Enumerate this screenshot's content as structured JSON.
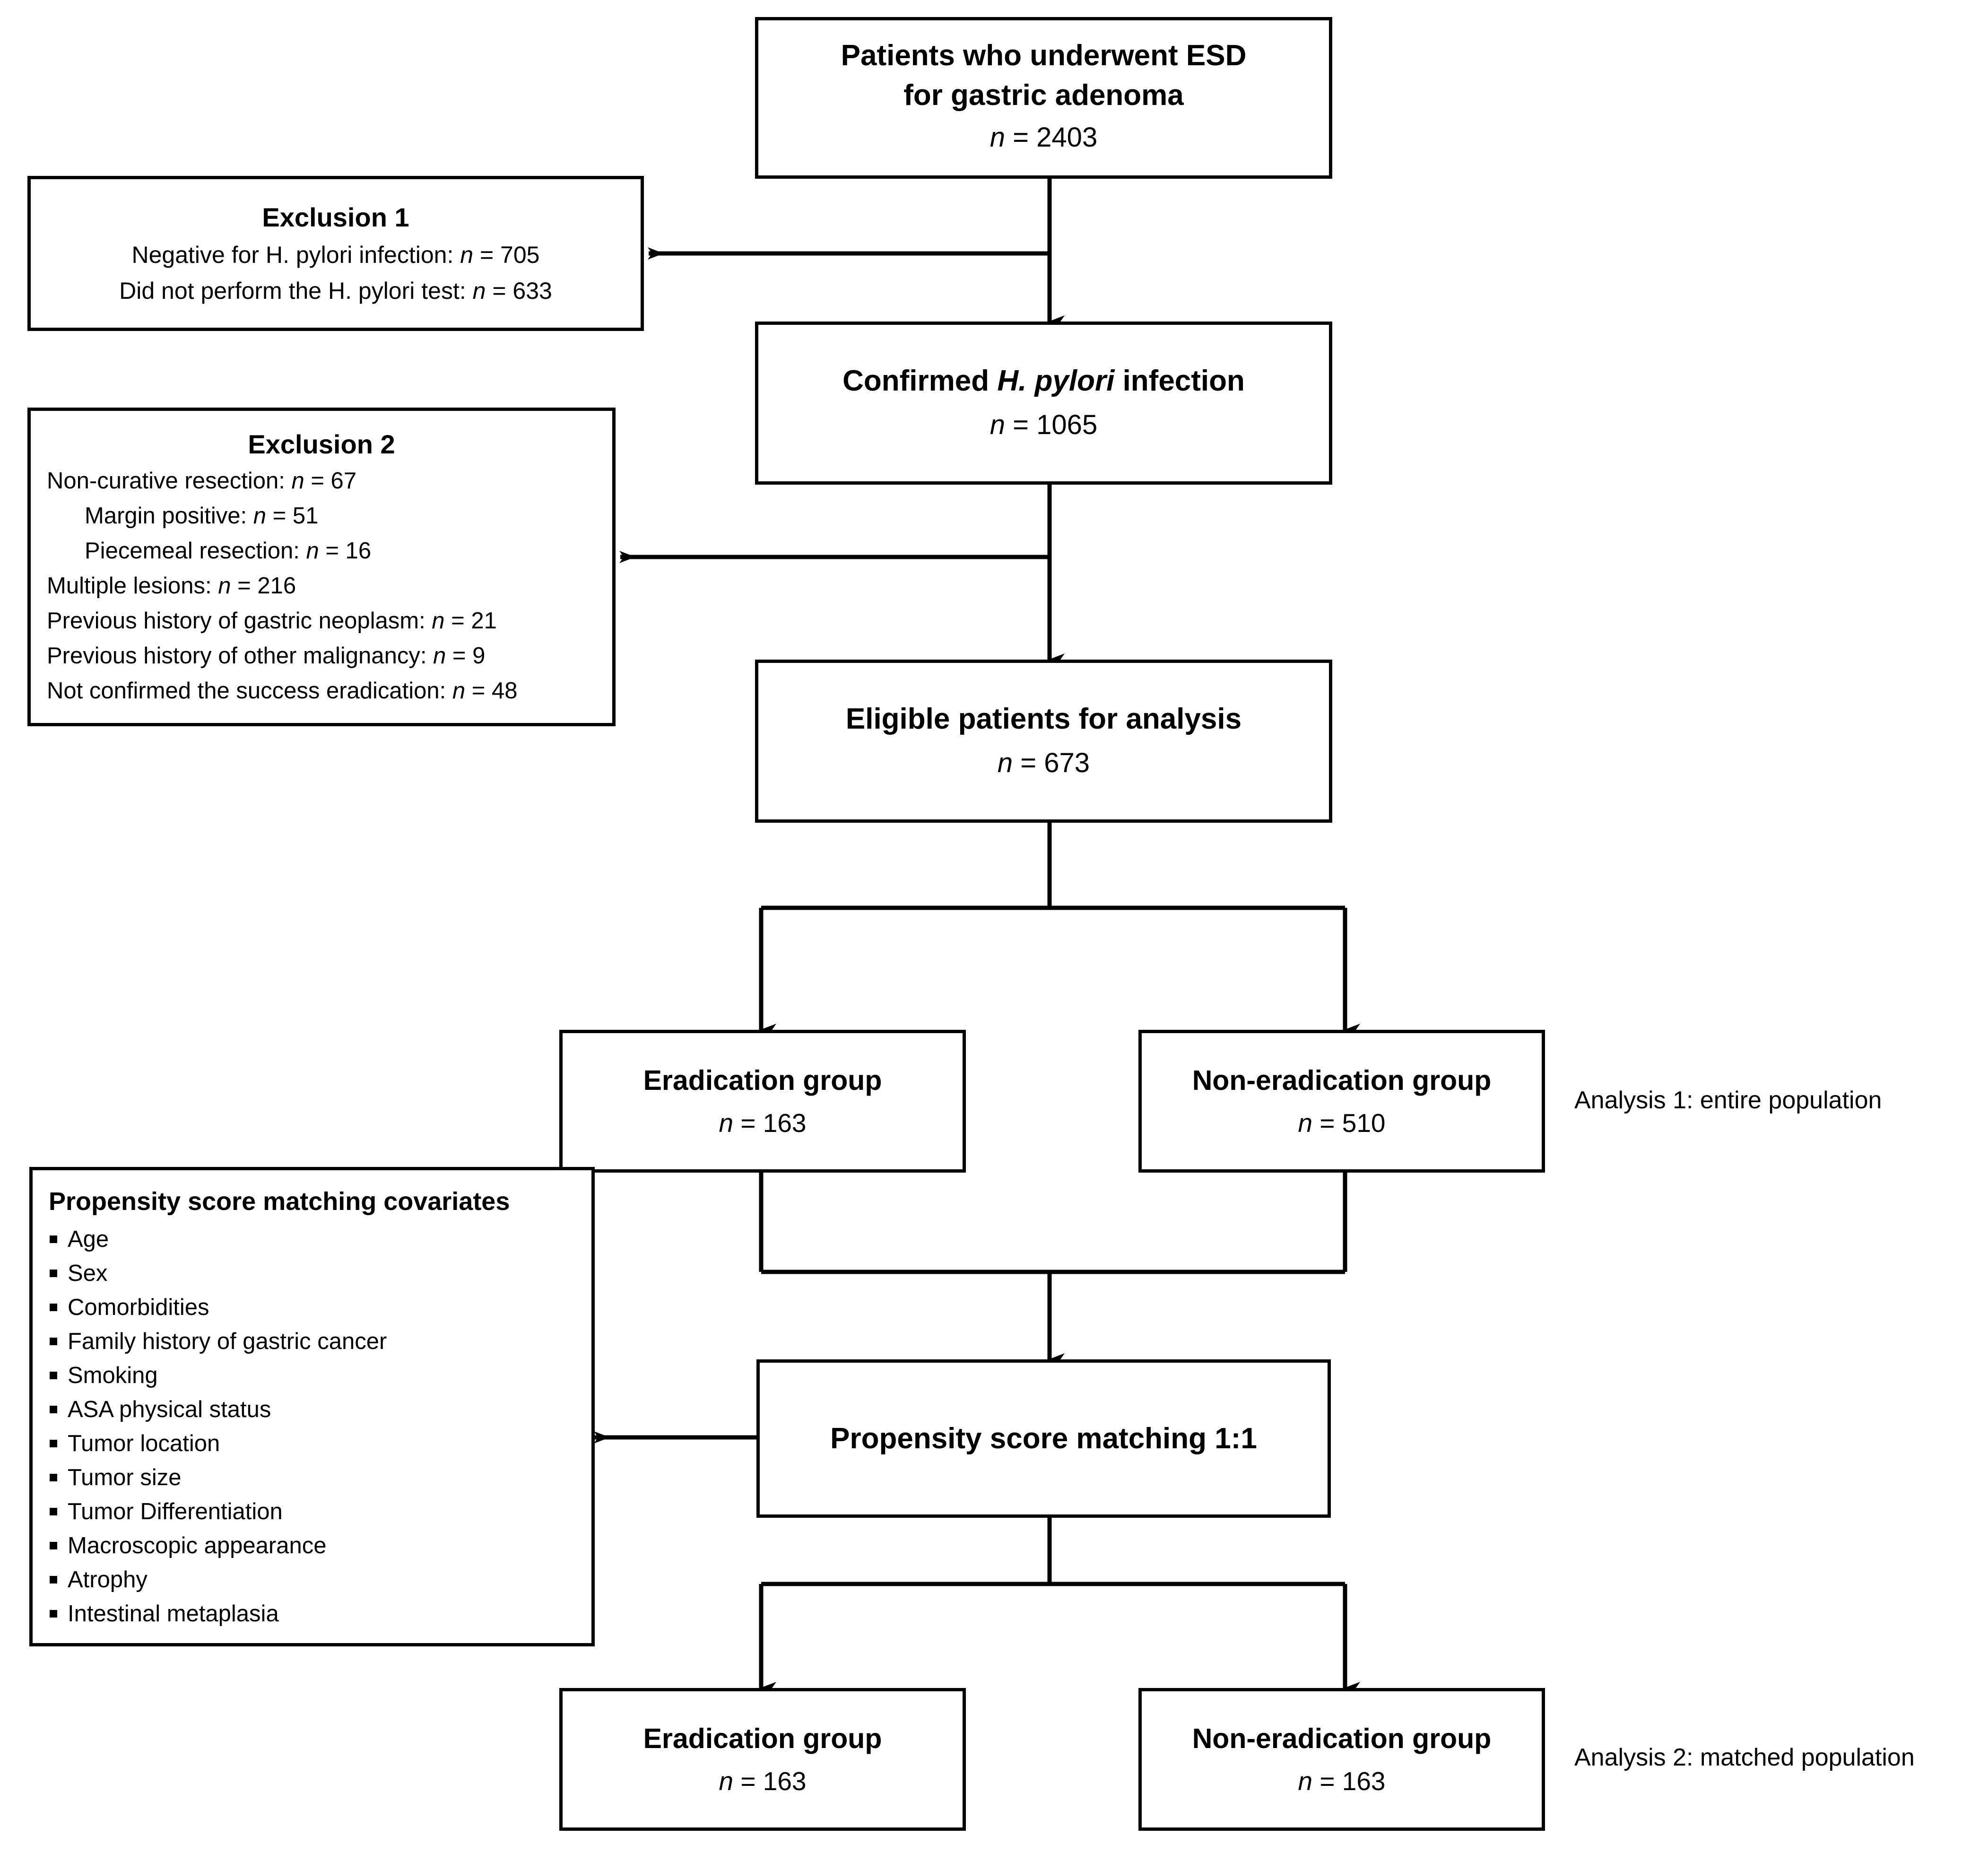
{
  "colors": {
    "stroke": "#000000",
    "background": "#ffffff"
  },
  "boxes": {
    "source": {
      "line1": "Patients who underwent ESD",
      "line2": "for gastric adenoma",
      "count_prefix": "n",
      "count_eq": " = ",
      "count_value": "2403"
    },
    "exclusion1": {
      "title": "Exclusion 1",
      "items": [
        "Negative for H. pylori infection: n = 705",
        "Did not perform the H. pylori test: n = 633"
      ]
    },
    "confirmed": {
      "line1_pre": "Confirmed ",
      "line1_ital": "H. pylori",
      "line1_post": " infection",
      "count_prefix": "n",
      "count_eq": " = ",
      "count_value": "1065"
    },
    "exclusion2": {
      "title": "Exclusion 2",
      "items": [
        "Non-curative resection: n = 67",
        "Margin positive: n = 51",
        "Piecemeal resection: n = 16",
        "Multiple lesions: n = 216",
        "Previous history of gastric neoplasm: n = 21",
        "Previous history of other malignancy: n = 9",
        "Not confirmed the success eradication: n = 48"
      ]
    },
    "eligible": {
      "line1": "Eligible patients for analysis",
      "count_prefix": "n",
      "count_eq": " = ",
      "count_value": "673"
    },
    "eradication1": {
      "line1": "Eradication group",
      "count_prefix": "n",
      "count_eq": " = ",
      "count_value": "163"
    },
    "noneradication1": {
      "line1": "Non-eradication group",
      "count_prefix": "n",
      "count_eq": " = ",
      "count_value": "510"
    },
    "covariates": {
      "title": "Propensity score matching covariates",
      "items": [
        "Age",
        "Sex",
        "Comorbidities",
        "Family history of gastric cancer",
        "Smoking",
        "ASA physical status",
        "Tumor location",
        "Tumor size",
        "Tumor Differentiation",
        "Macroscopic appearance",
        "Atrophy",
        "Intestinal metaplasia"
      ]
    },
    "matching": {
      "line1": "Propensity score matching 1:1"
    },
    "eradication2": {
      "line1": "Eradication group",
      "count_prefix": "n",
      "count_eq": " = ",
      "count_value": "163"
    },
    "noneradication2": {
      "line1": "Non-eradication group",
      "count_prefix": "n",
      "count_eq": " = ",
      "count_value": "163"
    }
  },
  "annotations": {
    "analysis1": "Analysis 1: entire population",
    "analysis2": "Analysis 2: matched population"
  }
}
